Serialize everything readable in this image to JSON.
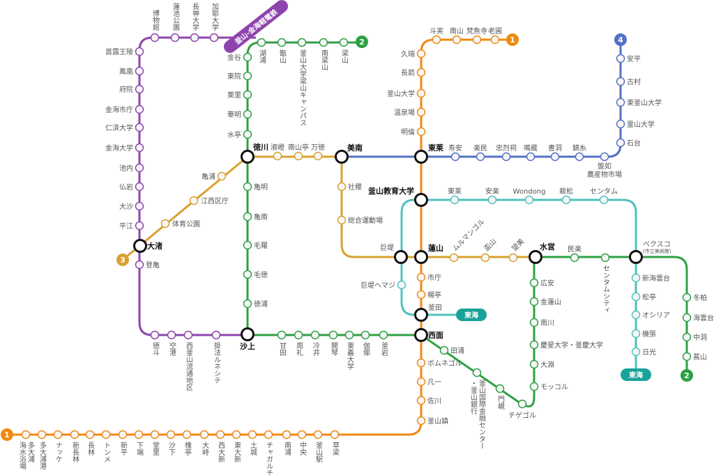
{
  "title": "Busan Metro Route Map",
  "lines": [
    {
      "id": "line1",
      "badge": "1",
      "color": "#ef8a12",
      "stations": [
        "老圃",
        "梵魚寺",
        "南山",
        "斗実",
        "久瑞",
        "長箭",
        "釜山大学",
        "温泉場",
        "明倫",
        "東莱",
        "釜山教育大学",
        "蓮山",
        "市庁",
        "楊亭",
        "釜田",
        "西面",
        "ボムネゴル",
        "凡一",
        "佐川",
        "釜山鎮",
        "草梁",
        "釜山駅",
        "中央",
        "南浦",
        "チャガルチ",
        "土城",
        "東大新",
        "西大新",
        "大峙",
        "槐亭",
        "沙下",
        "堂里",
        "下端",
        "新平",
        "トンメ",
        "長林",
        "新長林",
        "ナッケ",
        "多大浦港",
        "多大浦 海水浴場"
      ]
    },
    {
      "id": "line2",
      "badge": "2",
      "color": "#2ea043",
      "stations": [
        "梁山",
        "南梁山",
        "釜山大学梁山キャンパス",
        "甑山",
        "湖浦",
        "金谷",
        "東院",
        "栗里",
        "華明",
        "水亭",
        "徳川",
        "亀明",
        "亀南",
        "毛羅",
        "毛徳",
        "徳浦",
        "沙上",
        "甘田",
        "周礼",
        "冷井",
        "開琴",
        "東義大学",
        "伽倻",
        "釜岩",
        "西面",
        "田浦",
        "釜山国際金融センター ・釜山銀行",
        "門峴",
        "チゲゴル",
        "モッコル",
        "大淵",
        "慶星大学・釜慶大学",
        "南川",
        "金蓮山",
        "広安",
        "水営",
        "民楽",
        "センタムシティ",
        "ベクスコ",
        "冬柏",
        "海雲台",
        "中洞",
        "萇山"
      ]
    },
    {
      "id": "line3",
      "badge": "3",
      "color": "#d9a130",
      "stations": [
        "大渚",
        "体育公園",
        "江西区庁",
        "亀浦",
        "徳川",
        "淑嶝",
        "南山亭",
        "万徳",
        "美南",
        "社稷",
        "総合運動場",
        "巨堤",
        "蓮山",
        "ムルマンゴル",
        "盃山",
        "望美",
        "水営"
      ]
    },
    {
      "id": "line4",
      "badge": "4",
      "color": "#5470c6",
      "stations": [
        "美南",
        "東莱",
        "寿安",
        "楽民",
        "忠烈祠",
        "鳴蔵",
        "書洞",
        "錦糸",
        "盤如 農産物市場",
        "石台",
        "霊山大学",
        "東釜山大学",
        "古村",
        "安平"
      ]
    },
    {
      "id": "bgl",
      "badge": "釜山-金海軽電鉄",
      "color": "#8e44ad",
      "stations": [
        "加耶大学",
        "長神大学",
        "蓮池公園",
        "博物館",
        "首露王陵",
        "鳳凰",
        "府院",
        "金海市庁",
        "仁済大学",
        "金海大学",
        "池内",
        "仏岩",
        "大沙",
        "平江",
        "大渚",
        "登亀",
        "徳斗",
        "空港",
        "西釜山流通地区",
        "掛法ルネシテ",
        "沙上"
      ]
    },
    {
      "id": "donghae",
      "badge": "東海",
      "color": "#4fc0c0",
      "stations": [
        "釜山教育大学",
        "東莱",
        "安楽",
        "Wondong",
        "栽松",
        "センタム",
        "ベクスコ",
        "新海雲台",
        "松亭",
        "オシリア",
        "機張",
        "日光",
        "巨堤",
        "巨堤ヘマジ",
        "釜田"
      ]
    }
  ],
  "notes": {
    "bexco_sub": "(市立美術館)"
  }
}
